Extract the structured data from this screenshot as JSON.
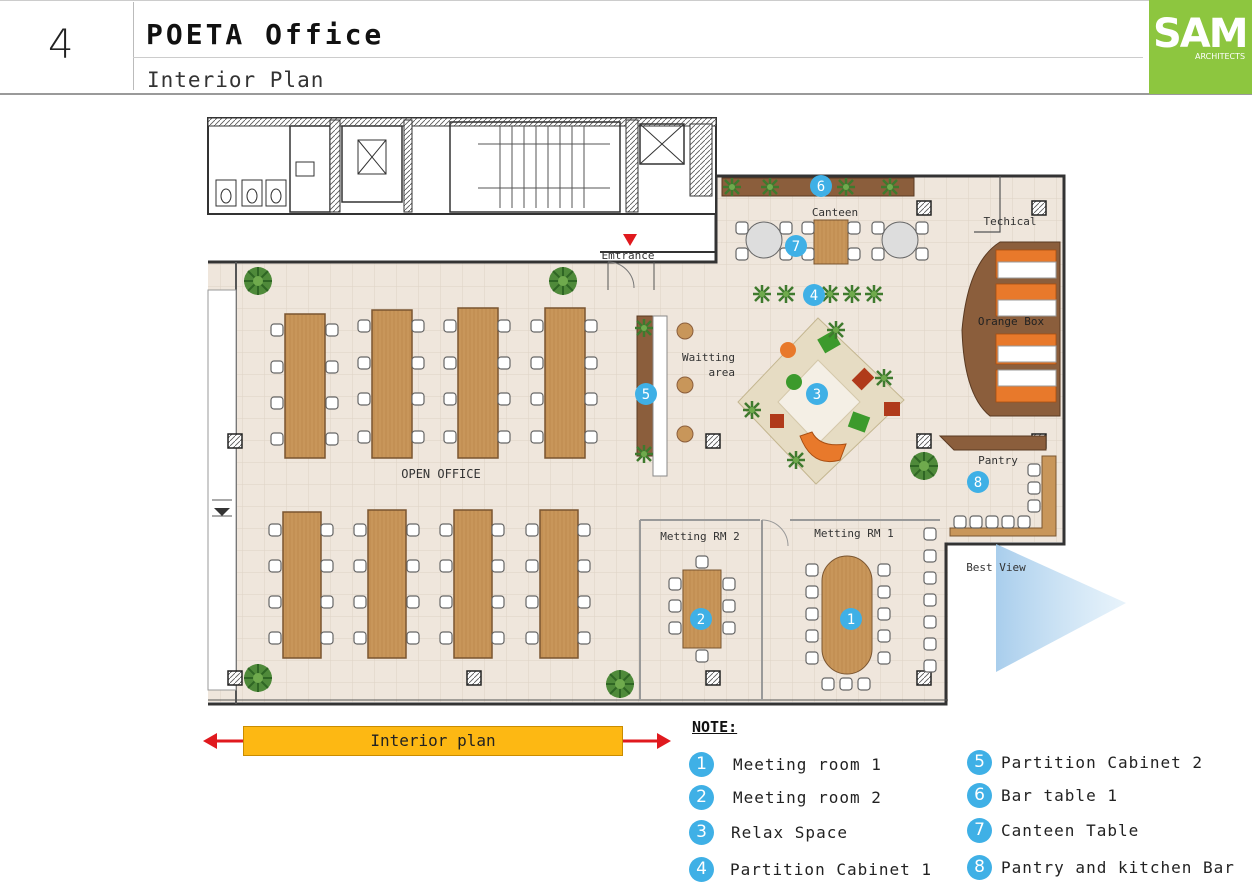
{
  "header": {
    "page_number": "4",
    "title": "POETA Office",
    "subtitle": "Interior Plan",
    "logo_main": "SAM",
    "logo_sub": "ARCHITECTS",
    "logo_color": "#8dc63f"
  },
  "plan": {
    "labels": {
      "entrance": "Emtrance",
      "canteen": "Canteen",
      "technical": "Techical",
      "orange_box": "Orange Box",
      "waiting_area_line1": "Waitting",
      "waiting_area_line2": "area",
      "open_office": "OPEN OFFICE",
      "pantry": "Pantry",
      "meeting_rm2": "Metting RM 2",
      "meeting_rm1": "Metting RM 1",
      "best_view": "Best View"
    },
    "markers": [
      "1",
      "2",
      "3",
      "4",
      "5",
      "6",
      "7",
      "8"
    ],
    "colors": {
      "marker": "#3fb0e6",
      "floor": "#efe6dc",
      "desk": "#c8965a",
      "orange_box": "#e8792b",
      "plant": "#4f8a3a"
    }
  },
  "legend": {
    "scale_label": "Interior plan",
    "note_title": "NOTE:",
    "items": [
      {
        "num": "1",
        "label": "Meeting room 1"
      },
      {
        "num": "2",
        "label": "Meeting room 2"
      },
      {
        "num": "3",
        "label": "Relax Space"
      },
      {
        "num": "4",
        "label": "Partition Cabinet 1"
      },
      {
        "num": "5",
        "label": "Partition Cabinet 2"
      },
      {
        "num": "6",
        "label": "Bar table 1"
      },
      {
        "num": "7",
        "label": "Canteen Table"
      },
      {
        "num": "8",
        "label": "Pantry and kitchen Bar"
      }
    ]
  }
}
